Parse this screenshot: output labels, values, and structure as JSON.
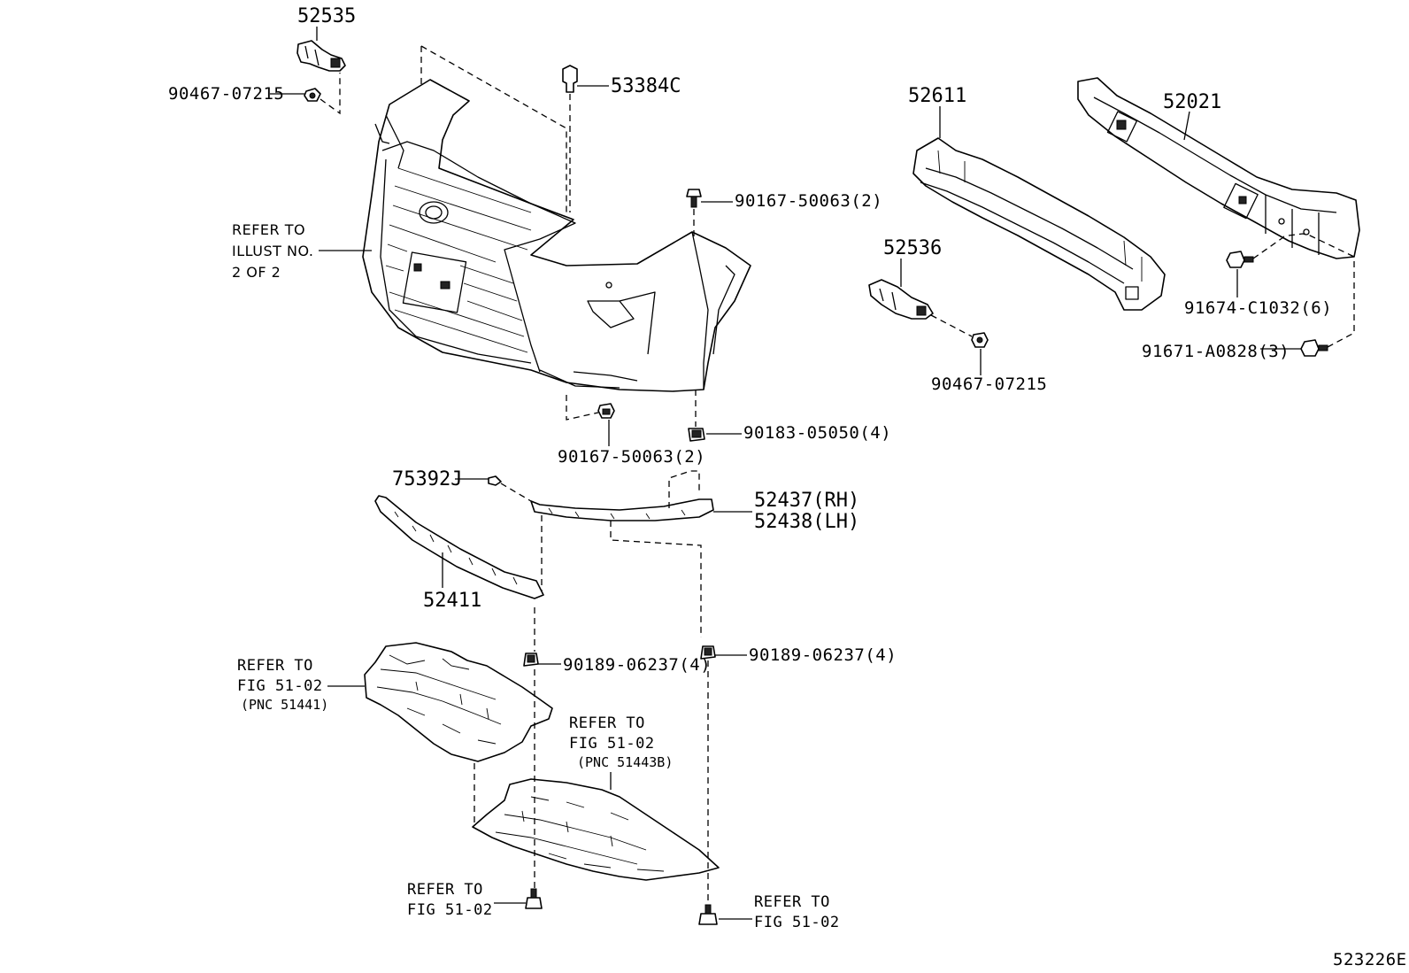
{
  "labels": {
    "p52535": "52535",
    "p90467a": "90467-07215",
    "p53384c": "53384C",
    "refer_illust_1": "REFER TO",
    "refer_illust_2": "ILLUST NO.",
    "refer_illust_3": "2 OF 2",
    "p90167a": "90167-50063(2)",
    "p90167b": "90167-50063(2)",
    "p90183": "90183-05050(4)",
    "p75392j": "75392J",
    "p52437": "52437(RH)",
    "p52438": "52438(LH)",
    "p52411": "52411",
    "p52611": "52611",
    "p52021": "52021",
    "p52536": "52536",
    "p90467b": "90467-07215",
    "p91674": "91674-C1032(6)",
    "p91671": "91671-A0828(3)",
    "p90189a": "90189-06237(4)",
    "p90189b": "90189-06237(4)",
    "ref_fig_a1": "REFER TO",
    "ref_fig_a2": "FIG 51-02",
    "ref_fig_a3": "(PNC 51441)",
    "ref_fig_b1": "REFER TO",
    "ref_fig_b2": "FIG 51-02",
    "ref_fig_b3": "(PNC 51443B)",
    "ref_fig_c1": "REFER TO",
    "ref_fig_c2": "FIG 51-02",
    "ref_fig_d1": "REFER TO",
    "ref_fig_d2": "FIG 51-02",
    "figure_id": "523226E"
  }
}
